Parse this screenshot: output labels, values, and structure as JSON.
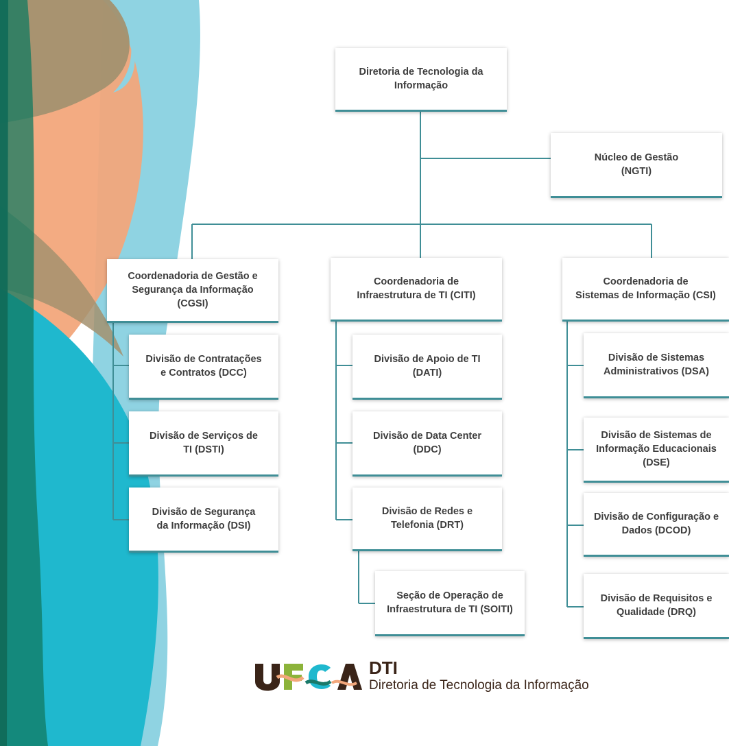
{
  "org_chart": {
    "root": "Diretoria de Tecnologia da\nInformação",
    "staff": "Núcleo de Gestão\n(NGTI)",
    "coordinations": [
      {
        "name": "Coordenadoria de Gestão e\nSegurança da Informação\n(CGSI)",
        "divisions": [
          "Divisão de Contratações\ne Contratos (DCC)",
          "Divisão de Serviços de\nTI (DSTI)",
          "Divisão de Segurança\nda Informação (DSI)"
        ]
      },
      {
        "name": "Coordenadoria de\nInfraestrutura de TI (CITI)",
        "divisions": [
          "Divisão de Apoio de TI\n(DATI)",
          "Divisão de Data Center\n(DDC)",
          "Divisão de Redes e\nTelefonia (DRT)"
        ],
        "section": "Seção de Operação de\nInfraestrutura de TI (SOITI)"
      },
      {
        "name": "Coordenadoria de\nSistemas de Informação (CSI)",
        "divisions": [
          "Divisão de Sistemas\nAdministrativos (DSA)",
          "Divisão de Sistemas de\nInformação Educacionais\n(DSE)",
          "Divisão de Configuração e\nDados (DCOD)",
          "Divisão de Requisitos e\nQualidade (DRQ)"
        ]
      }
    ]
  },
  "logo": {
    "mark": "UFCA",
    "acronym": "DTI",
    "subtitle": "Diretoria de Tecnologia da Informação"
  },
  "colors": {
    "connector": "#3f8e96",
    "box_accent": "#3f8e96",
    "teal": "#1fb8ce",
    "light_blue": "#8fd3e2",
    "peach": "#f2a77b",
    "olive": "#a3916f",
    "dark_green": "#127a60"
  }
}
